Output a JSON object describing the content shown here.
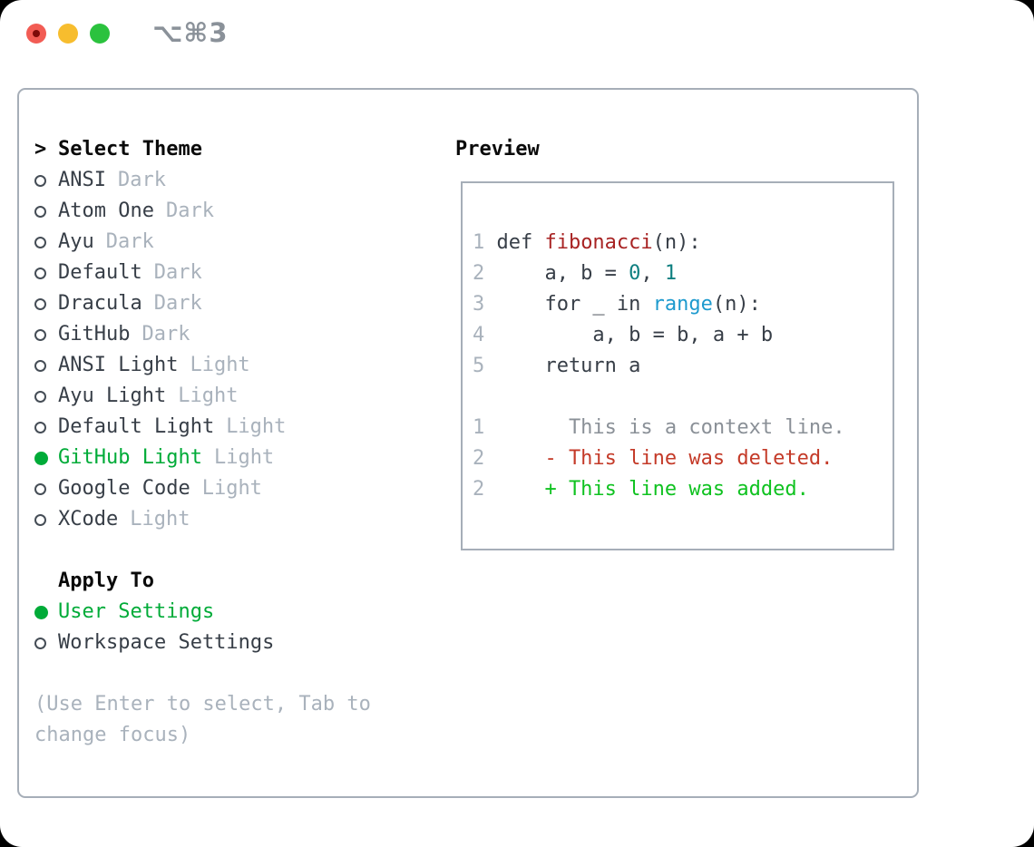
{
  "window": {
    "title": "⌥⌘3"
  },
  "titlebar": {
    "buttons": [
      "close",
      "minimize",
      "zoom"
    ]
  },
  "colors": {
    "border": "#a6aeb8",
    "dim": "#a9b2bc",
    "green": "#00ab38",
    "add_green": "#0fc220",
    "del_red": "#c43a28",
    "func_red": "#a82323",
    "num_teal": "#0e7f80",
    "builtin_blue": "#1d9ace",
    "context_gray": "#8a9097"
  },
  "theme_picker": {
    "prompt_char": ">",
    "title": "Select Theme",
    "items": [
      {
        "name": "ANSI",
        "variant": "Dark",
        "selected": false
      },
      {
        "name": "Atom One",
        "variant": "Dark",
        "selected": false
      },
      {
        "name": "Ayu",
        "variant": "Dark",
        "selected": false
      },
      {
        "name": "Default",
        "variant": "Dark",
        "selected": false
      },
      {
        "name": "Dracula",
        "variant": "Dark",
        "selected": false
      },
      {
        "name": "GitHub",
        "variant": "Dark",
        "selected": false
      },
      {
        "name": "ANSI Light",
        "variant": "Light",
        "selected": false
      },
      {
        "name": "Ayu Light",
        "variant": "Light",
        "selected": false
      },
      {
        "name": "Default Light",
        "variant": "Light",
        "selected": false
      },
      {
        "name": "GitHub Light",
        "variant": "Light",
        "selected": true
      },
      {
        "name": "Google Code",
        "variant": "Light",
        "selected": false
      },
      {
        "name": "XCode",
        "variant": "Light",
        "selected": false
      }
    ]
  },
  "apply_to": {
    "title": "Apply To",
    "options": [
      {
        "label": "User Settings",
        "selected": true
      },
      {
        "label": "Workspace Settings",
        "selected": false
      }
    ]
  },
  "hint": "(Use Enter to select, Tab to change focus)",
  "preview": {
    "title": "Preview",
    "lines": [
      {
        "num": "1",
        "segs": [
          [
            "def ",
            "p"
          ],
          [
            "fibonacci",
            "fn"
          ],
          [
            "(n):",
            "p"
          ]
        ]
      },
      {
        "num": "2",
        "segs": [
          [
            "    a, b = ",
            "p"
          ],
          [
            "0",
            "nu"
          ],
          [
            ", ",
            "p"
          ],
          [
            "1",
            "nu"
          ]
        ]
      },
      {
        "num": "3",
        "segs": [
          [
            "    for _ in ",
            "p"
          ],
          [
            "range",
            "bi"
          ],
          [
            "(n):",
            "p"
          ]
        ]
      },
      {
        "num": "4",
        "segs": [
          [
            "        a, b = b, a + b",
            "p"
          ]
        ]
      },
      {
        "num": "5",
        "segs": [
          [
            "    return a",
            "p"
          ]
        ]
      },
      {
        "num": "",
        "segs": []
      },
      {
        "num": "1",
        "segs": [
          [
            "      This is a context line.",
            "ctx"
          ]
        ]
      },
      {
        "num": "2",
        "segs": [
          [
            "    - This line was deleted.",
            "del"
          ]
        ]
      },
      {
        "num": "2",
        "segs": [
          [
            "    + This line was added.",
            "add"
          ]
        ]
      }
    ]
  }
}
